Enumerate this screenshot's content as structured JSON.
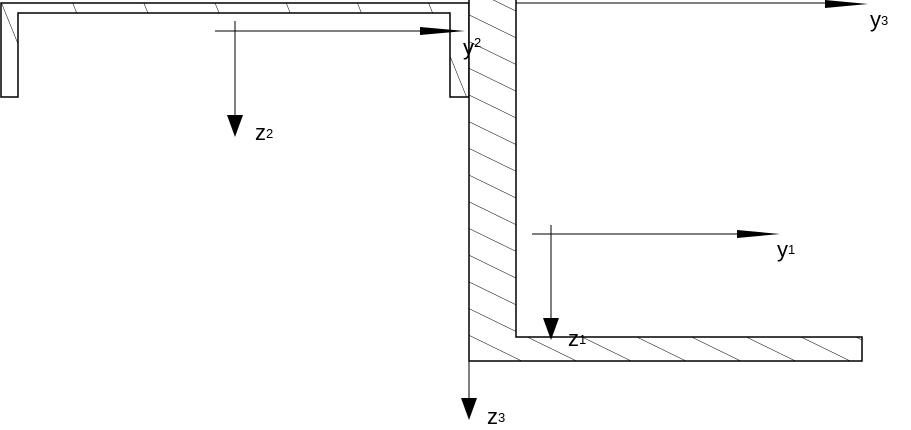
{
  "diagram": {
    "type": "cross-section with coordinate axes",
    "axes": [
      {
        "id": "y1",
        "letter": "y",
        "sub": "1"
      },
      {
        "id": "z1",
        "letter": "z",
        "sub": "1"
      },
      {
        "id": "y2",
        "letter": "y",
        "sub": "2"
      },
      {
        "id": "z2",
        "letter": "z",
        "sub": "2"
      },
      {
        "id": "y3",
        "letter": "y",
        "sub": "3"
      },
      {
        "id": "z3",
        "letter": "z",
        "sub": "3"
      }
    ],
    "colors": {
      "line": "#000000",
      "background": "#ffffff"
    }
  }
}
